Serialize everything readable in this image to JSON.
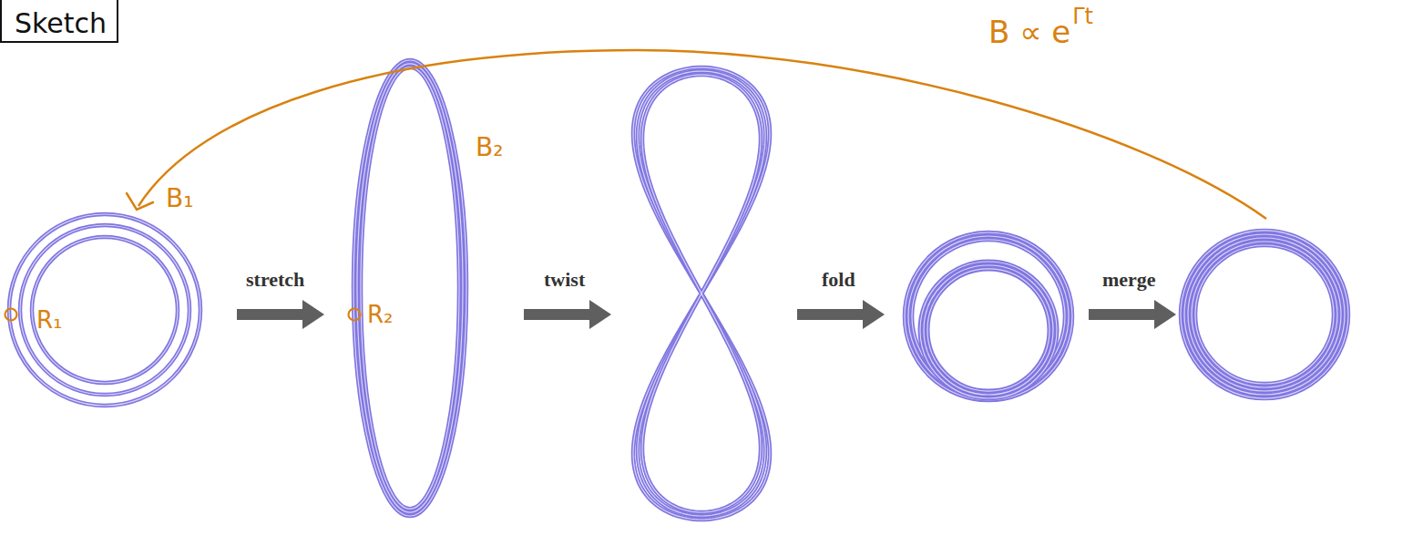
{
  "diagram": {
    "nodes": [
      {
        "text": [
          "Sketch"
        ]
      }
    ],
    "edges": [],
    "labels": [
      "B ∝ e",
      "Γt",
      "B₁",
      "R₁",
      "B₂",
      "R₂",
      "stretch",
      "twist",
      "fold",
      "merge"
    ]
  }
}
